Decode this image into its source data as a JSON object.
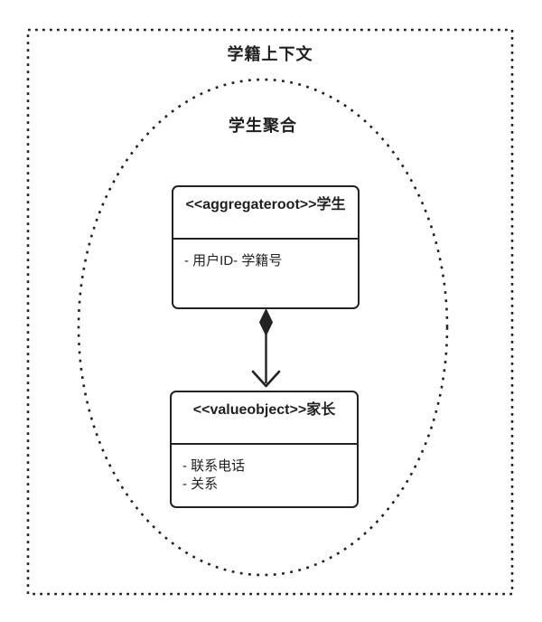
{
  "diagram": {
    "context_title": "学籍上下文",
    "aggregate_title": "学生聚合",
    "classes": [
      {
        "title": "<<aggregateroot>>学生",
        "attributes": [
          "- 用户ID- 学籍号"
        ]
      },
      {
        "title": "<<valueobject>>家长",
        "attributes": [
          "- 联系电话",
          "- 关系"
        ]
      }
    ],
    "relationship": {
      "type": "composition",
      "from": "学生",
      "to": "家长"
    },
    "colors": {
      "line": "#222222",
      "text": "#1f1f1f",
      "background": "#ffffff"
    }
  }
}
